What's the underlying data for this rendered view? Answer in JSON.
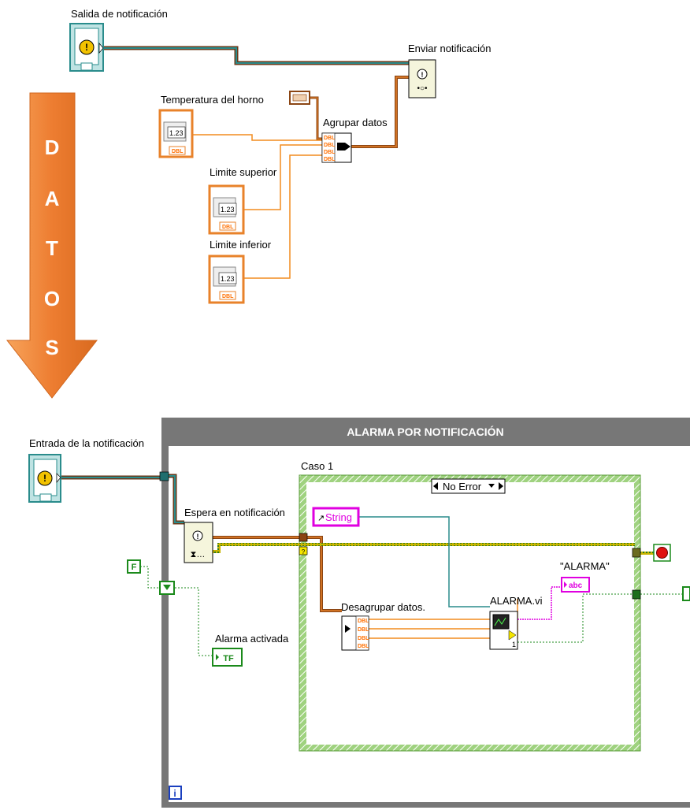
{
  "arrow": {
    "letters": [
      "D",
      "A",
      "T",
      "O",
      "S"
    ]
  },
  "top": {
    "notifier_out_label": "Salida de notificación",
    "send_label": "Enviar notificación",
    "temp_label": "Temperatura del horno",
    "upper_label": "Limite superior",
    "lower_label": "Limite inferior",
    "bundle_label": "Agrupar datos",
    "numeric_value": "1.23",
    "dbl": "DBL"
  },
  "bottom": {
    "notifier_in_label": "Entrada de la notificación",
    "loop_title": "ALARMA POR NOTIFICACIÓN",
    "case_label": "Caso 1",
    "case_selector": "No Error",
    "wait_label": "Espera en notificación",
    "string_label": "String",
    "alarm_label": "\"ALARMA\"",
    "unbundle_label": "Desagrupar datos.",
    "subvi_label": "ALARMA.vi",
    "alarm_active_label": "Alarma activada",
    "false_const": "F",
    "tf": "TF",
    "abc": "abc",
    "iter": "i",
    "one": "1"
  },
  "colors": {
    "orange": "#e8822a",
    "dbl_wire": "#f28c1e",
    "refnum_wire": "#2a8c8c",
    "error_wire": "#c8b400",
    "bool_wire": "#1b8a1b",
    "string_wire": "#e000e0",
    "case_border": "#7cbf5a",
    "loop_gray": "#777777"
  }
}
